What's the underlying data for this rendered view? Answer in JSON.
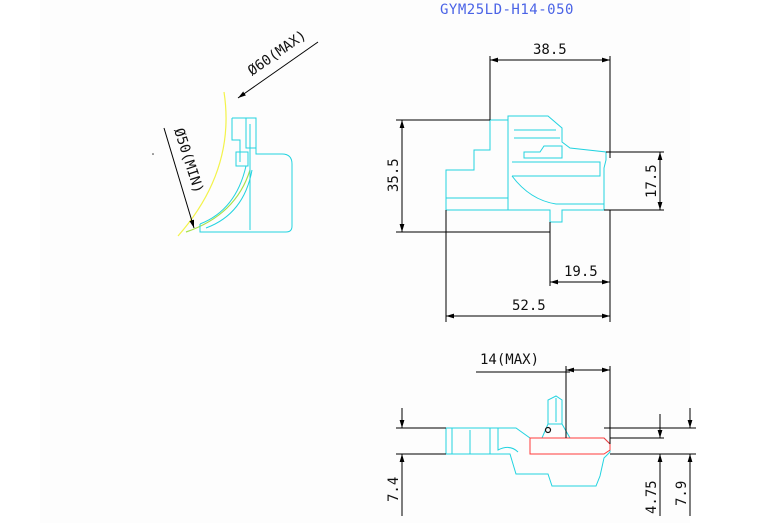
{
  "title": "GYM25LD-H14-050",
  "side_view": {
    "dia_max": "Ø60(MAX)",
    "dia_min": "Ø50(MIN)"
  },
  "front_view": {
    "width_top": "38.5",
    "height_left": "35.5",
    "height_right": "17.5",
    "width_bottom_inner": "19.5",
    "width_bottom_total": "52.5"
  },
  "top_view": {
    "max_width": "14(MAX)",
    "left_height": "7.4",
    "right_height_a": "4.75",
    "right_height_b": "7.9"
  },
  "colors": {
    "part_outline": "#22d3e0",
    "dimension": "#000000",
    "title": "#4a63e6",
    "cut_section": "#ff3b3b",
    "arc_max": "#f3f34a",
    "arc_min": "#a6e04a"
  }
}
